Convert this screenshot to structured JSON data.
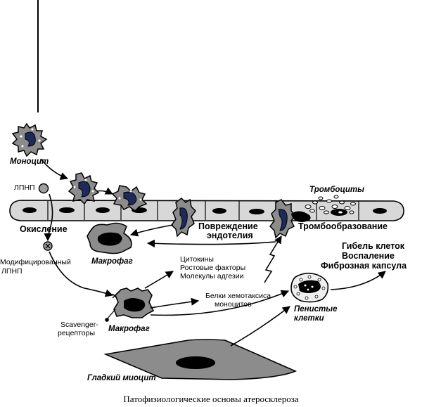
{
  "labels": {
    "monocyte": "Моноцит",
    "ldl": "ЛПНП",
    "oxidation": "Окисление",
    "modified_ldl_1": "Модифицированный",
    "modified_ldl_2": "ЛПНП",
    "macrophage_top": "Макрофаг",
    "macrophage_mid": "Макрофаг",
    "scavenger_1": "Scavenger-",
    "scavenger_2": "рецепторы",
    "cytokines": "Цитокины",
    "growth_factors": "Ростовые факторы",
    "adhesion_molecules": "Молекулы адгезии",
    "chemotaxis_1": "Белки хемотаксиса",
    "chemotaxis_2": "моноцитов",
    "damage_1": "Повреждение",
    "damage_2": "эндотелия",
    "platelets": "Тромбоциты",
    "thrombosis": "Тромбообразование",
    "outcome_1": "Гибель клеток",
    "outcome_2": "Воспаление",
    "outcome_3": "Фиброзная капсула",
    "foam_1": "Пенистые",
    "foam_2": "клетки",
    "smooth_myocyte": "Гладкий миоцит"
  },
  "caption": "Патофизиологические основы атеросклероза",
  "colors": {
    "ink": "#000000",
    "cell_gray": "#8c8c8c",
    "endothelium_fill": "#d8d8d8",
    "nucleus": "#1f2a5a",
    "foam_fill": "#efefef"
  }
}
